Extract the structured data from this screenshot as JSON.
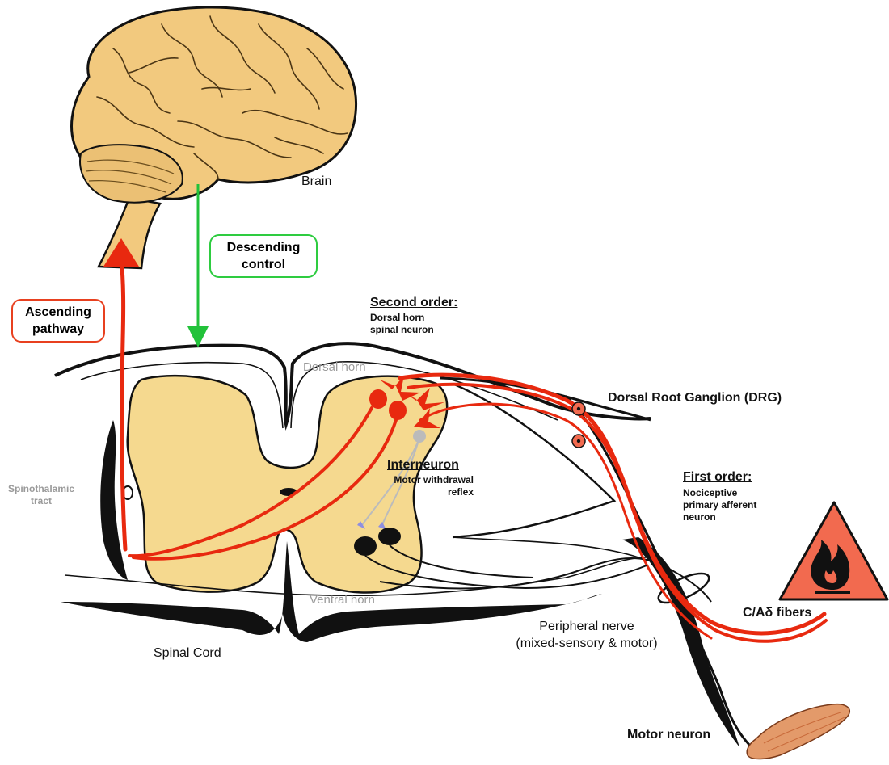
{
  "labels": {
    "brain": "Brain",
    "descending_control": "Descending\ncontrol",
    "ascending_pathway": "Ascending\npathway",
    "second_order_title": "Second order:",
    "second_order_desc": "Dorsal horn\nspinal neuron",
    "dorsal_horn": "Dorsal horn",
    "ventral_horn": "Ventral horn",
    "drg": "Dorsal Root Ganglion (DRG)",
    "interneuron_title": "Interneuron",
    "interneuron_desc": "Motor withdrawal\nreflex",
    "spinothalamic": "Spinothalamic\ntract",
    "first_order_title": "First order:",
    "first_order_desc": "Nociceptive\nprimary afferent\nneuron",
    "fibers": "C/Aδ fibers",
    "peripheral_nerve": "Peripheral nerve\n(mixed-sensory & motor)",
    "spinal_cord": "Spinal Cord",
    "motor_neuron": "Motor neuron"
  },
  "colors": {
    "brain_fill": "#F2C97E",
    "gray_matter": "#F5D98F",
    "pain_pathway": "#E8290F",
    "descending_arrow": "#22C23A",
    "ascending_box_border": "#E8401F",
    "descending_box_border": "#2ECC40",
    "warning_fill": "#F26A4F",
    "interneuron": "#BBBBBB",
    "label_gray": "#9A9A9A"
  },
  "icons": {
    "brain": "brain-illustration",
    "fire_warning": "fire-warning-icon",
    "muscle": "muscle-icon"
  }
}
